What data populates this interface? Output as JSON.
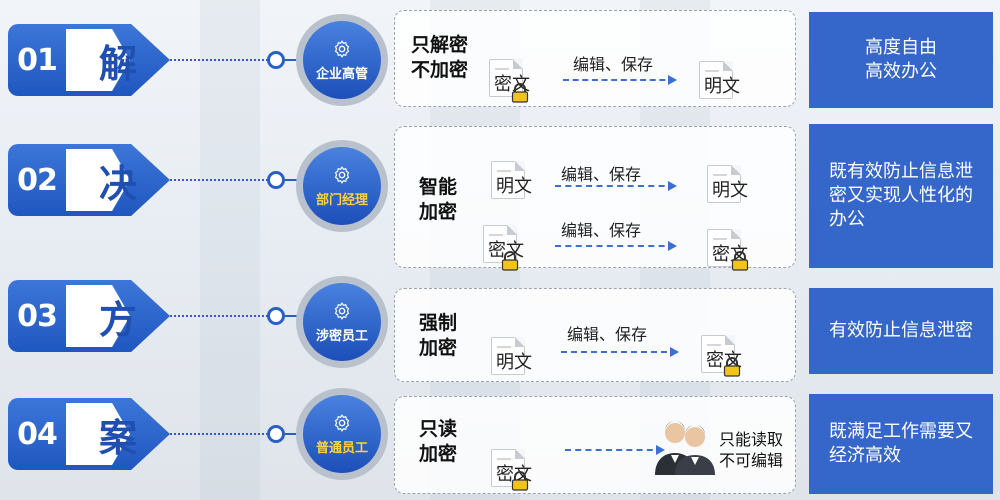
{
  "rows": [
    {
      "number": "01",
      "character": "解",
      "role": "企业高管",
      "role_label_color": "#ffffff",
      "mode_label": "只解密\n不加密",
      "flows": [
        {
          "edit_label": "编辑、保存",
          "source_doc": "密文",
          "source_locked": true,
          "target_doc": "明文",
          "target_locked": false
        }
      ],
      "result": "高度自由\n高效办公"
    },
    {
      "number": "02",
      "character": "决",
      "role": "部门经理",
      "role_label_color": "#ffd23a",
      "mode_label": "智能\n加密",
      "flows": [
        {
          "edit_label": "编辑、保存",
          "source_doc": "明文",
          "source_locked": false,
          "target_doc": "明文",
          "target_locked": false
        },
        {
          "edit_label": "编辑、保存",
          "source_doc": "密文",
          "source_locked": true,
          "target_doc": "密文",
          "target_locked": true
        }
      ],
      "result": "既有效防止信息泄\n密又实现人性化的\n办公"
    },
    {
      "number": "03",
      "character": "方",
      "role": "涉密员工",
      "role_label_color": "#ffffff",
      "mode_label": "强制\n加密",
      "flows": [
        {
          "edit_label": "编辑、保存",
          "source_doc": "明文",
          "source_locked": false,
          "target_doc": "密文",
          "target_locked": true
        }
      ],
      "result": "有效防止信息泄密"
    },
    {
      "number": "04",
      "character": "案",
      "role": "普通员工",
      "role_label_color": "#ffd23a",
      "mode_label": "只读\n加密",
      "flows": [
        {
          "edit_label": "",
          "source_doc": "密文",
          "source_locked": true,
          "target_doc": "",
          "target_locked": false
        }
      ],
      "person_label": "只能读取\n不可编辑",
      "result": "既满足工作需要又\n经济高效"
    }
  ],
  "colors": {
    "tab_blue": "#2a5fc4",
    "result_blue": "#3566c9",
    "lock_gold": "#f2c318"
  },
  "icons": {
    "role": "gear-icon",
    "doc": "document-icon",
    "lock": "padlock-icon",
    "person": "users-icon"
  }
}
